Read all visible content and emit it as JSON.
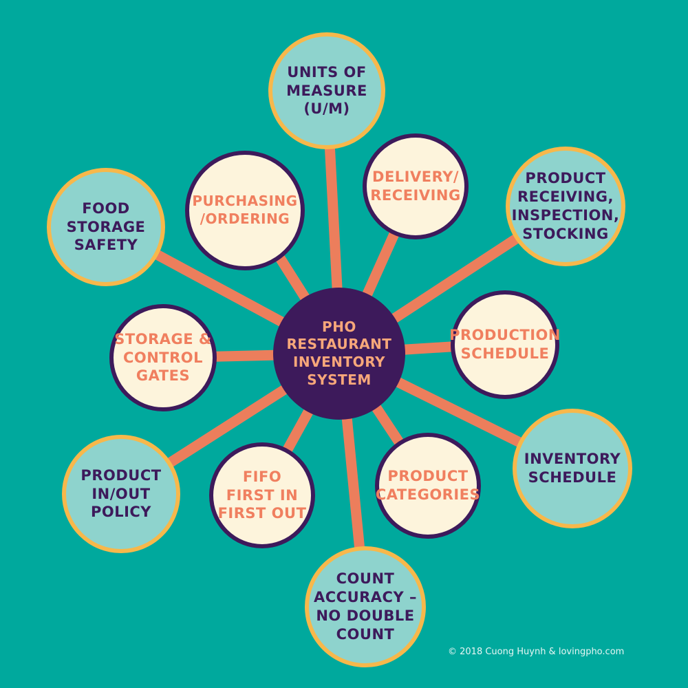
{
  "diagram": {
    "center": {
      "label": "PHO\nRESTAURANT\nINVENTORY\nSYSTEM"
    },
    "nodes": {
      "units_of_measure": "UNITS OF\nMEASURE\n(U/M)",
      "delivery_receiving": "DELIVERY/\nRECEIVING",
      "product_receiving": "PRODUCT\nRECEIVING,\nINSPECTION,\nSTOCKING",
      "production_schedule": "PRODUCTION\nSCHEDULE",
      "inventory_schedule": "INVENTORY\nSCHEDULE",
      "product_categories": "PRODUCT\nCATEGORIES",
      "count_accuracy": "COUNT\nACCURACY –\nNO DOUBLE\nCOUNT",
      "fifo": "FIFO\nFIRST IN\nFIRST OUT",
      "product_in_out": "PRODUCT\nIN/OUT\nPOLICY",
      "storage_control": "STORAGE &\nCONTROL\nGATES",
      "food_storage": "FOOD\nSTORAGE\nSAFETY",
      "purchasing": "PURCHASING\n/ORDERING"
    }
  },
  "colors": {
    "background": "#00a99d",
    "spoke": "#ec7e5c",
    "center_fill": "#3d1a5b",
    "outer_fill": "#8ed3cd",
    "outer_border": "#f7b84b",
    "inner_fill": "#fdf4dc",
    "inner_border": "#3d1a5b"
  },
  "credit": "© 2018 Cuong Huynh & lovingpho.com"
}
